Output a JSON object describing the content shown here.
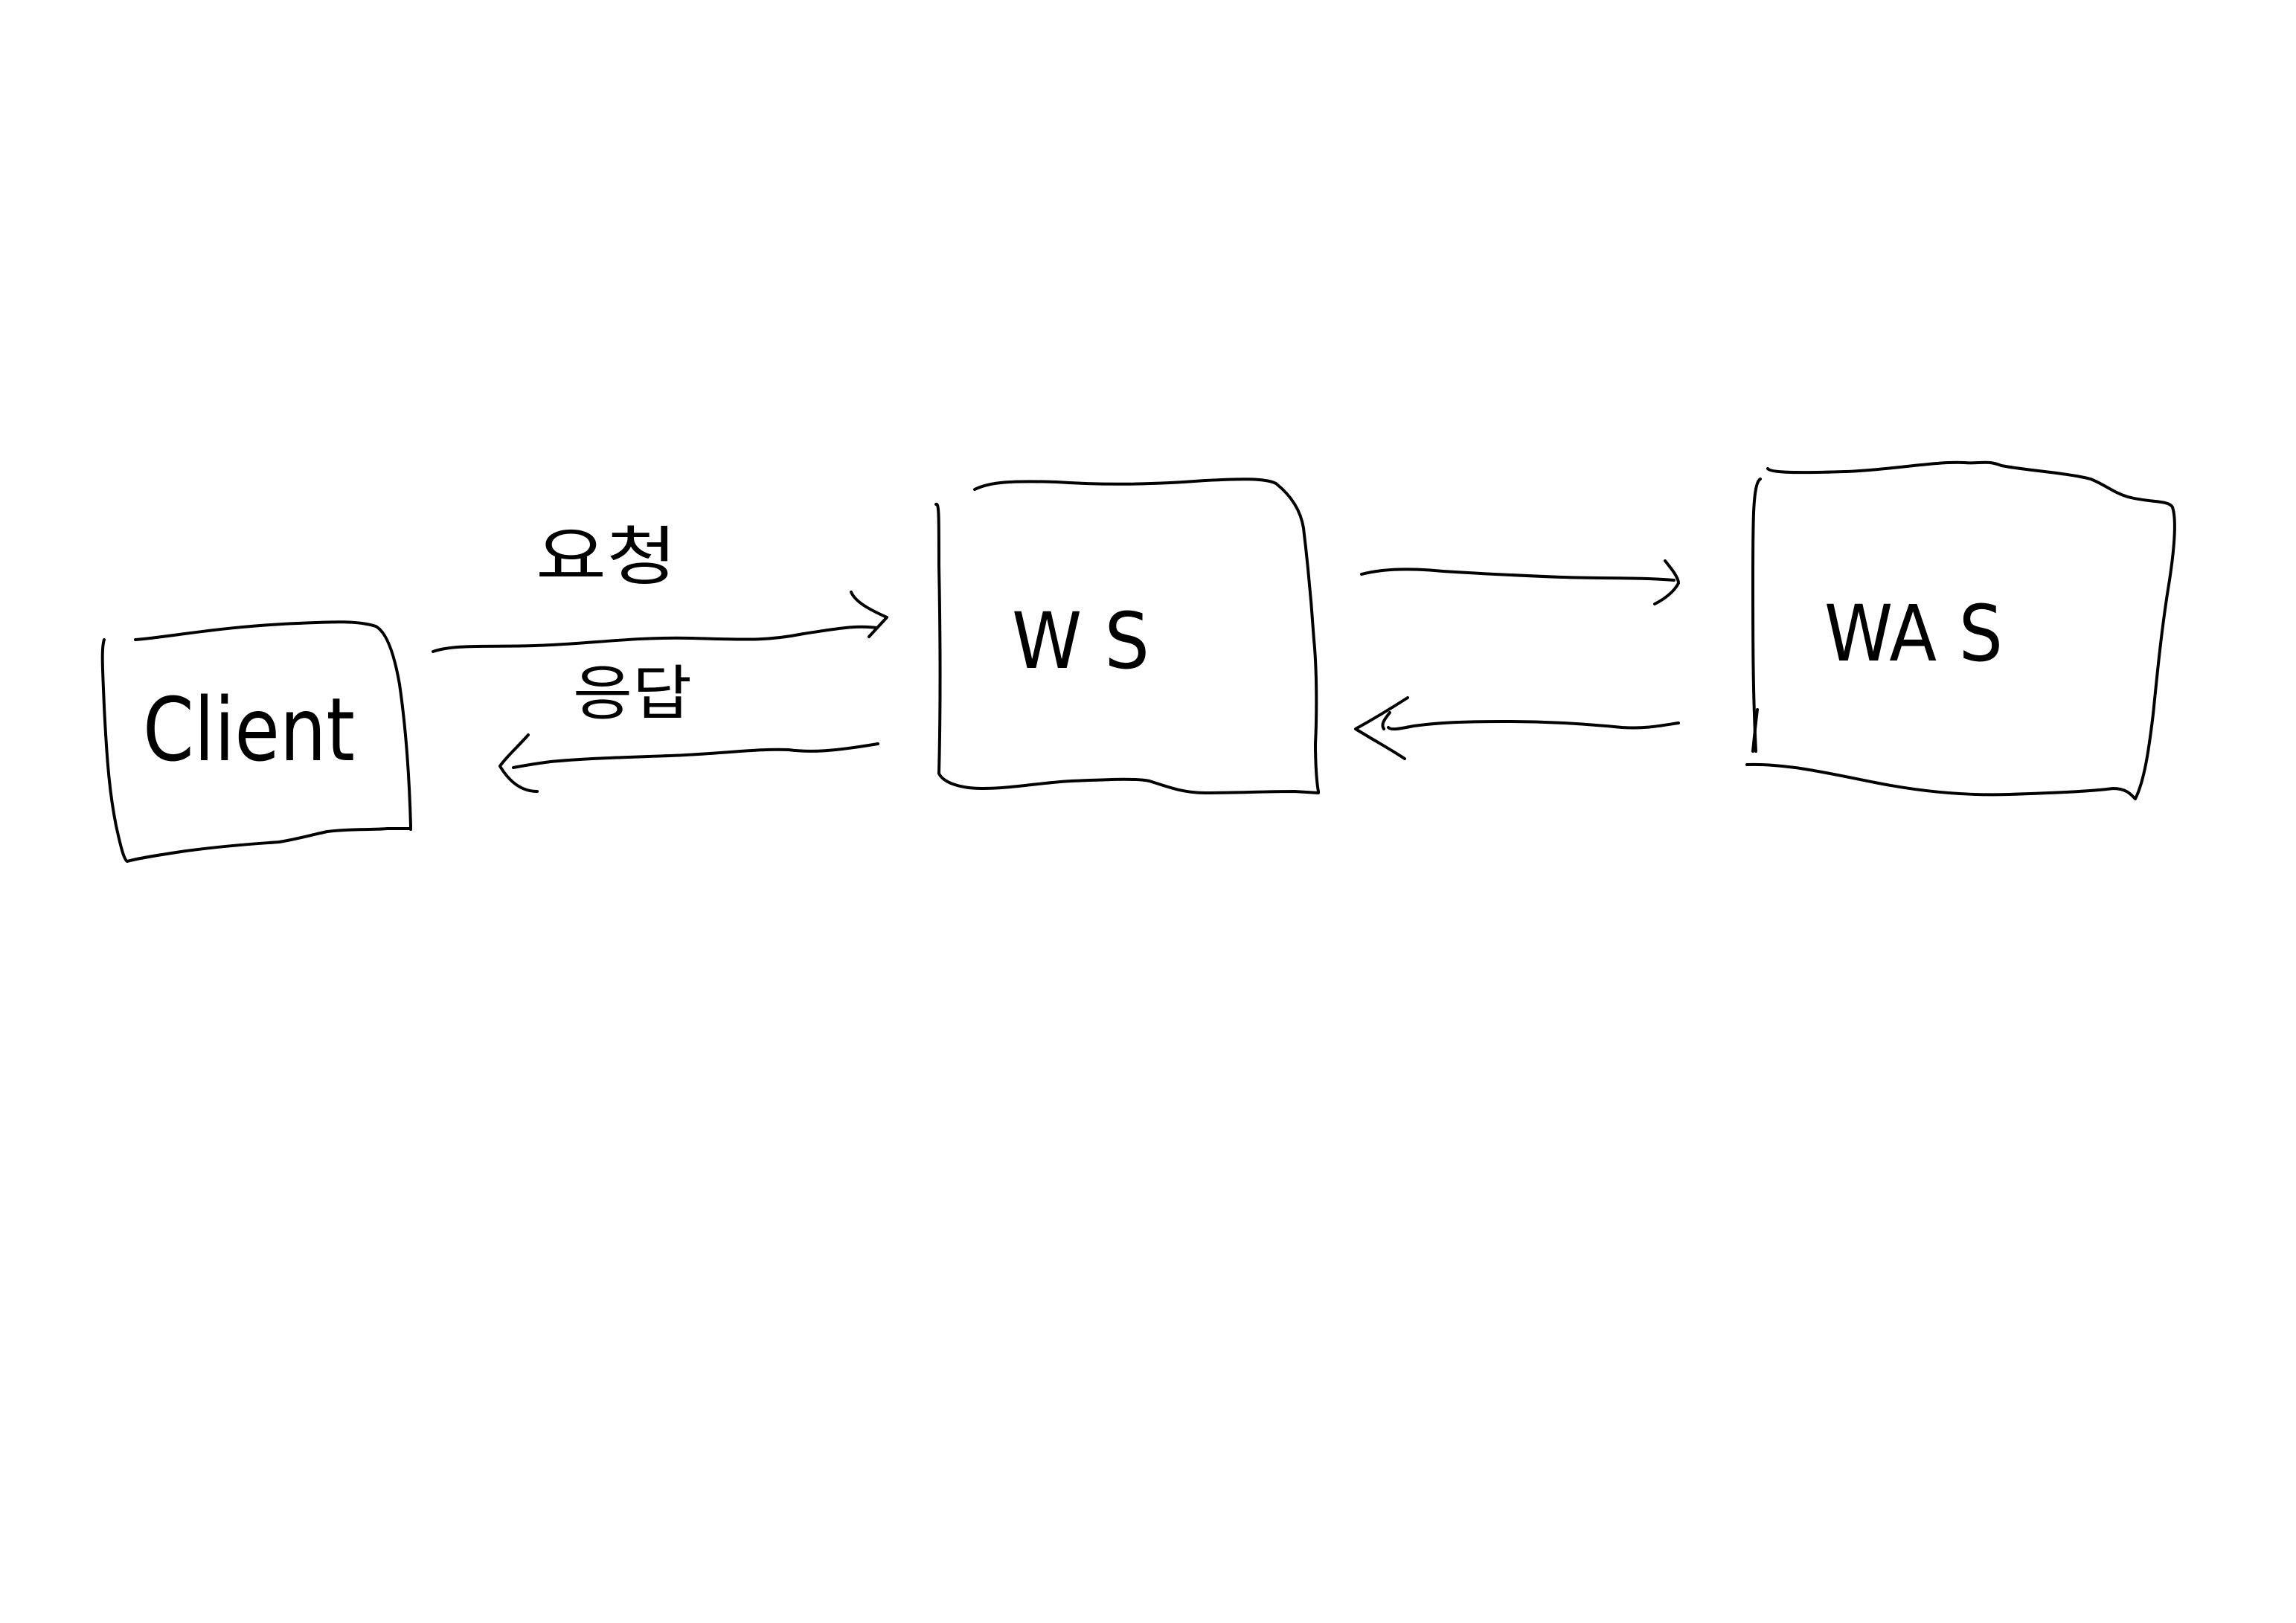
{
  "diagram": {
    "nodes": [
      {
        "id": "client",
        "label": "Client"
      },
      {
        "id": "ws",
        "label": "W S"
      },
      {
        "id": "was",
        "label": "WA S"
      }
    ],
    "edges": [
      {
        "from": "client",
        "to": "ws",
        "label": "요청"
      },
      {
        "from": "ws",
        "to": "client",
        "label": "응답"
      },
      {
        "from": "ws",
        "to": "was",
        "label": ""
      },
      {
        "from": "was",
        "to": "ws",
        "label": ""
      }
    ],
    "ink_color": "#000000",
    "background": "#ffffff"
  }
}
